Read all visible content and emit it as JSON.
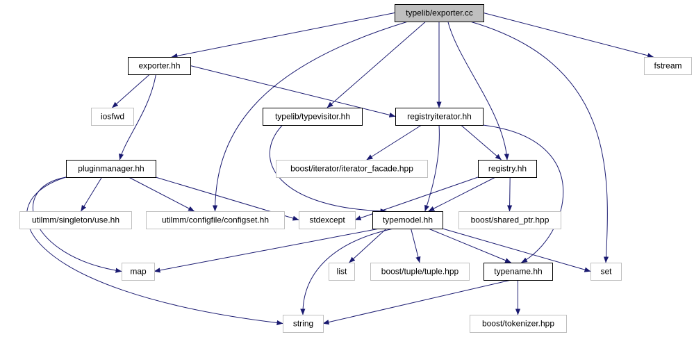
{
  "colors": {
    "edge": "#191970",
    "root_fill": "#bfbfbf",
    "local_stroke": "#000000",
    "external_stroke": "#bfbfbf",
    "fill": "#ffffff"
  },
  "nodes": [
    {
      "id": "exporter_cc",
      "label": "typelib/exporter.cc",
      "kind": "root"
    },
    {
      "id": "exporter_hh",
      "label": "exporter.hh",
      "kind": "local"
    },
    {
      "id": "fstream",
      "label": "fstream",
      "kind": "external"
    },
    {
      "id": "iosfwd",
      "label": "iosfwd",
      "kind": "external"
    },
    {
      "id": "typevisitor_hh",
      "label": "typelib/typevisitor.hh",
      "kind": "local"
    },
    {
      "id": "registryiterator_hh",
      "label": "registryiterator.hh",
      "kind": "local"
    },
    {
      "id": "pluginmanager_hh",
      "label": "pluginmanager.hh",
      "kind": "local"
    },
    {
      "id": "iterator_facade",
      "label": "boost/iterator/iterator_facade.hpp",
      "kind": "external"
    },
    {
      "id": "registry_hh",
      "label": "registry.hh",
      "kind": "local"
    },
    {
      "id": "singleton_use",
      "label": "utilmm/singleton/use.hh",
      "kind": "external"
    },
    {
      "id": "configset_hh",
      "label": "utilmm/configfile/configset.hh",
      "kind": "external"
    },
    {
      "id": "stdexcept",
      "label": "stdexcept",
      "kind": "external"
    },
    {
      "id": "typemodel_hh",
      "label": "typemodel.hh",
      "kind": "local"
    },
    {
      "id": "shared_ptr",
      "label": "boost/shared_ptr.hpp",
      "kind": "external"
    },
    {
      "id": "map",
      "label": "map",
      "kind": "external"
    },
    {
      "id": "list",
      "label": "list",
      "kind": "external"
    },
    {
      "id": "tuple_hpp",
      "label": "boost/tuple/tuple.hpp",
      "kind": "external"
    },
    {
      "id": "typename_hh",
      "label": "typename.hh",
      "kind": "local"
    },
    {
      "id": "set",
      "label": "set",
      "kind": "external"
    },
    {
      "id": "string",
      "label": "string",
      "kind": "external"
    },
    {
      "id": "tokenizer",
      "label": "boost/tokenizer.hpp",
      "kind": "external"
    }
  ],
  "edges": [
    {
      "from": "exporter_cc",
      "to": "exporter_hh"
    },
    {
      "from": "exporter_cc",
      "to": "fstream"
    },
    {
      "from": "exporter_cc",
      "to": "typevisitor_hh"
    },
    {
      "from": "exporter_cc",
      "to": "registryiterator_hh"
    },
    {
      "from": "exporter_cc",
      "to": "registry_hh"
    },
    {
      "from": "exporter_cc",
      "to": "configset_hh"
    },
    {
      "from": "exporter_cc",
      "to": "set"
    },
    {
      "from": "exporter_hh",
      "to": "iosfwd"
    },
    {
      "from": "exporter_hh",
      "to": "registryiterator_hh"
    },
    {
      "from": "exporter_hh",
      "to": "pluginmanager_hh"
    },
    {
      "from": "typevisitor_hh",
      "to": "typemodel_hh"
    },
    {
      "from": "registryiterator_hh",
      "to": "iterator_facade"
    },
    {
      "from": "registryiterator_hh",
      "to": "registry_hh"
    },
    {
      "from": "registryiterator_hh",
      "to": "typemodel_hh"
    },
    {
      "from": "registryiterator_hh",
      "to": "typename_hh"
    },
    {
      "from": "pluginmanager_hh",
      "to": "singleton_use"
    },
    {
      "from": "pluginmanager_hh",
      "to": "configset_hh"
    },
    {
      "from": "pluginmanager_hh",
      "to": "stdexcept"
    },
    {
      "from": "pluginmanager_hh",
      "to": "map"
    },
    {
      "from": "pluginmanager_hh",
      "to": "string"
    },
    {
      "from": "registry_hh",
      "to": "stdexcept"
    },
    {
      "from": "registry_hh",
      "to": "typemodel_hh"
    },
    {
      "from": "registry_hh",
      "to": "shared_ptr"
    },
    {
      "from": "typemodel_hh",
      "to": "map"
    },
    {
      "from": "typemodel_hh",
      "to": "list"
    },
    {
      "from": "typemodel_hh",
      "to": "tuple_hpp"
    },
    {
      "from": "typemodel_hh",
      "to": "typename_hh"
    },
    {
      "from": "typemodel_hh",
      "to": "set"
    },
    {
      "from": "typemodel_hh",
      "to": "string"
    },
    {
      "from": "typename_hh",
      "to": "string"
    },
    {
      "from": "typename_hh",
      "to": "tokenizer"
    }
  ]
}
